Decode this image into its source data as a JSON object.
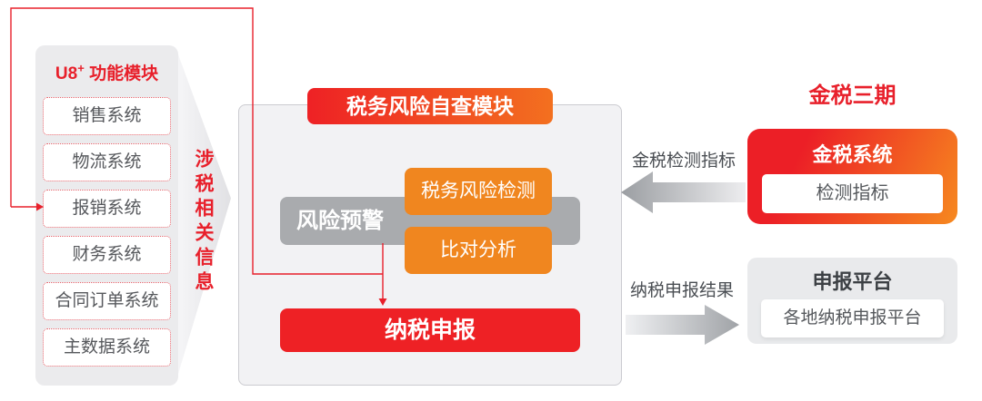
{
  "diagram": {
    "u8_panel": {
      "title_prefix": "U8",
      "title_sup": "+",
      "title_rest": " 功能模块",
      "modules": [
        "销售系统",
        "物流系统",
        "报销系统",
        "财务系统",
        "合同订单系统",
        "主数据系统"
      ]
    },
    "funnel_label": "涉税相关信息",
    "center_module": {
      "title": "税务风险自查模块",
      "risk_warning_label": "风险预警",
      "detect_label": "税务风险检测",
      "compare_label": "比对分析",
      "declare_label": "纳税申报"
    },
    "golden_tax": {
      "section_title": "金税三期",
      "system_title": "金税系统",
      "system_inner": "检测指标",
      "inbound_arrow_label": "金税检测指标"
    },
    "declare_platform": {
      "title": "申报平台",
      "inner": "各地纳税申报平台",
      "outbound_arrow_label": "纳税申报结果"
    },
    "colors": {
      "brand_red": "#EC2027",
      "accent_orange": "#F0861F",
      "header_gradient_start": "#EE2125",
      "header_gradient_end": "#F3701F",
      "gray_bar": "#A9ABAE",
      "panel_gray": "#EBEBED",
      "container_gray": "#F2F2F4",
      "arrow_gray": "#A0A3A7"
    }
  }
}
